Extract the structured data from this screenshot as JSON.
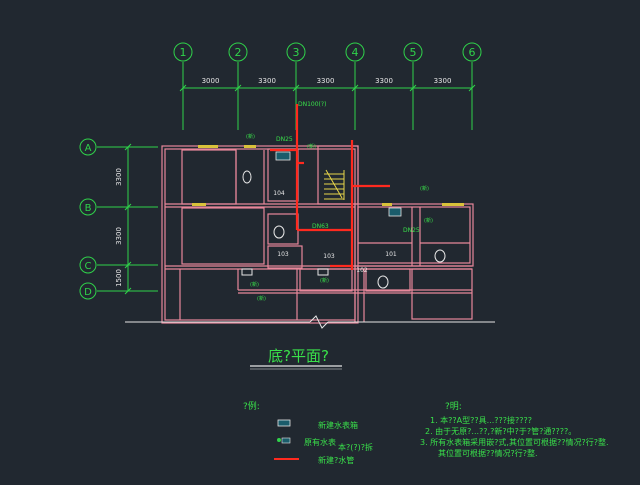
{
  "colors": {
    "background": "#212830",
    "axis_green": "#2fd24a",
    "wall": "#e8879a",
    "pipe_red": "#ff2a1f",
    "label_green": "#39e04a",
    "stair_yellow": "#e8d64a",
    "fixture_white": "#e6e6e6",
    "window_yellow": "#d9c23a"
  },
  "grid": {
    "columns": [
      "1",
      "2",
      "3",
      "4",
      "5",
      "6"
    ],
    "spacings": [
      "3000",
      "3300",
      "3300",
      "3300",
      "3300"
    ],
    "rows": [
      "A",
      "B",
      "C",
      "D"
    ],
    "row_spacings": [
      "3300",
      "3300",
      "1500"
    ]
  },
  "rooms": [
    "104",
    "103",
    "103",
    "102",
    "101"
  ],
  "annotations": {
    "riser_label": "DN100(?)",
    "left_dn": "DN25",
    "mid_dn": "DN63",
    "right_dn": "DN25",
    "note_tags": [
      "(新)",
      "(新)",
      "(新)",
      "(新)",
      "(新)",
      "(新)",
      "(新)"
    ]
  },
  "title": "底?平面?",
  "legend": {
    "heading": "?例:",
    "items": [
      {
        "icon": "new-water-meter-icon",
        "label": "新建水表箱"
      },
      {
        "icon": "existing-water-meter-icon",
        "label": "原有水表"
      },
      {
        "icon": "new-pipe-icon",
        "label": "新建?水管"
      }
    ],
    "extra": "本?(?)?拆"
  },
  "notes": {
    "heading": "?明:",
    "lines": [
      "1. 本??A型??具...???接????",
      "2. 由于无原?...??,?新?中?于?管?通????。",
      "3. 所有水表箱采用嵌?式,其位置可根据??情况?行?整.",
      "其位置可根据??情况?行?整."
    ]
  }
}
